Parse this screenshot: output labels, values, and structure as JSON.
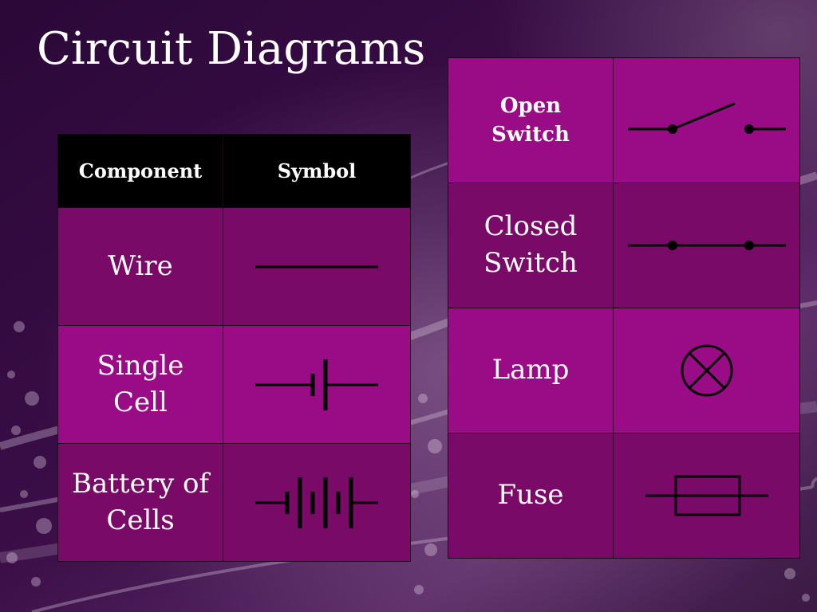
{
  "slide": {
    "title": "Circuit Diagrams"
  },
  "left_table": {
    "headers": {
      "component": "Component",
      "symbol": "Symbol"
    },
    "rows": [
      {
        "label_lines": [
          "Wire"
        ],
        "symbol_icon": "wire-symbol-icon"
      },
      {
        "label_lines": [
          "Single",
          "Cell"
        ],
        "symbol_icon": "cell-symbol-icon"
      },
      {
        "label_lines": [
          "Battery of",
          "Cells"
        ],
        "symbol_icon": "battery-symbol-icon"
      }
    ]
  },
  "right_table": {
    "rows": [
      {
        "label_lines": [
          "Open",
          "Switch"
        ],
        "symbol_icon": "open-switch-symbol-icon"
      },
      {
        "label_lines": [
          "Closed",
          "Switch"
        ],
        "symbol_icon": "closed-switch-symbol-icon"
      },
      {
        "label_lines": [
          "Lamp"
        ],
        "symbol_icon": "lamp-symbol-icon"
      },
      {
        "label_lines": [
          "Fuse"
        ],
        "symbol_icon": "fuse-symbol-icon"
      }
    ]
  },
  "colors": {
    "background": "#2a0a36",
    "header_bg": "#000000",
    "row_dark": "#7a0a68",
    "row_light": "#9a0c86",
    "text": "#ffffff",
    "symbol_stroke": "#000000"
  }
}
